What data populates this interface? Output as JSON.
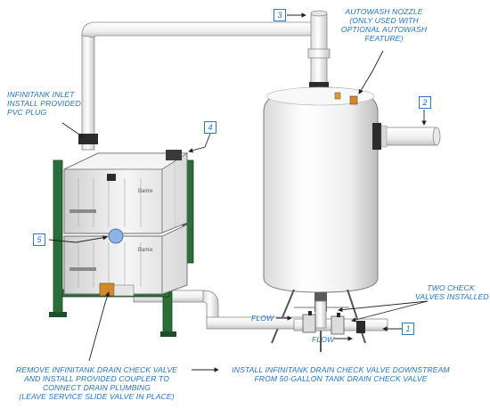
{
  "callouts": {
    "c1": "1",
    "c2": "2",
    "c3": "3",
    "c4": "4",
    "c5": "5"
  },
  "labels": {
    "autowash": [
      "AUTOWASH NOZZLE",
      "(ONLY USED WITH",
      "OPTIONAL AUTOWASH",
      "FEATURE)"
    ],
    "infinitank_inlet": [
      "INFINITANK INLET",
      "INSTALL PROVIDED",
      "PVC PLUG"
    ],
    "two_check": [
      "TWO CHECK",
      "VALVES INSTALLED"
    ],
    "flow1": "FLOW",
    "flow2": "FLOW",
    "remove": [
      "REMOVE INFINITANK DRAIN CHECK VALVE",
      "AND INSTALL PROVIDED COUPLER TO",
      "CONNECT DRAIN PLUMBING",
      "(LEAVE SERVICE SLIDE VALVE IN PLACE)"
    ],
    "install": [
      "INSTALL INFINITANK DRAIN CHECK VALVE DOWNSTREAM",
      "FROM 50-GALLON TANK DRAIN CHECK VALVE"
    ],
    "brand_top": "Bamix",
    "brand_bottom": "Bamix"
  },
  "colors": {
    "label_blue": "#1f74c4",
    "frame_green": "#2c6e3a",
    "pipe_white": "#f4f4f4",
    "outline": "#5a5a5a"
  }
}
